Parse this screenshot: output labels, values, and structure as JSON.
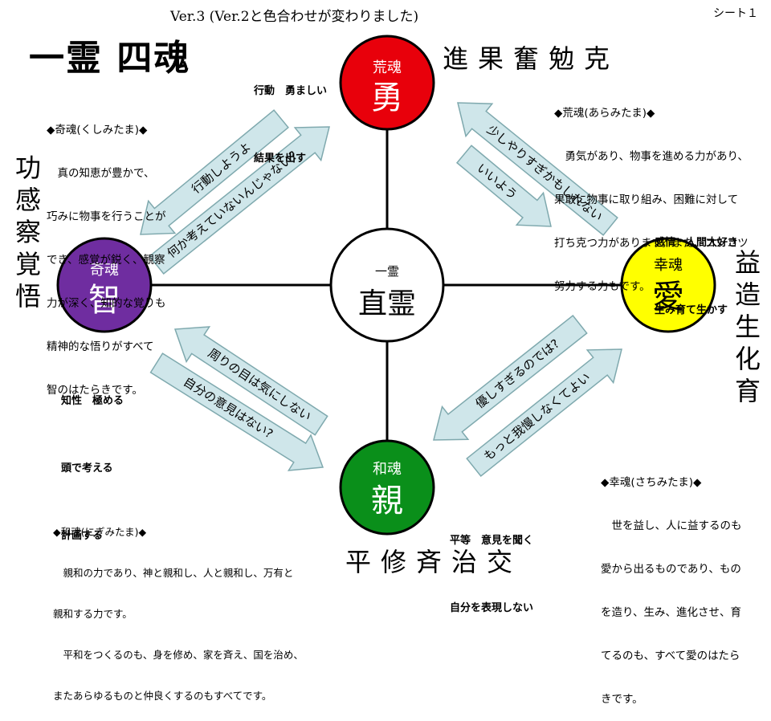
{
  "header": {
    "version": "Ver.3 (Ver.2と色合わせが変わりました)",
    "sheet": "シート１",
    "title": "一霊 四魂"
  },
  "colors": {
    "ara": "#e8000b",
    "kushi": "#6f2da0",
    "sachi": "#ffff00",
    "nigi": "#0a8f1a",
    "arrow_fill": "#cfe6ea",
    "arrow_stroke": "#7fa9ae"
  },
  "center": {
    "small": "一霊",
    "big": "直霊"
  },
  "souls": {
    "ara": {
      "name": "荒魂",
      "char": "勇"
    },
    "kushi": {
      "name": "奇魂",
      "char": "智"
    },
    "sachi": {
      "name": "幸魂",
      "char": "愛"
    },
    "nigi": {
      "name": "和魂",
      "char": "親"
    }
  },
  "virtues": {
    "top": "進果奮勉克",
    "left": "功感察覚悟",
    "right": "益造生化育",
    "bottom": "平修斉治交"
  },
  "keywords": {
    "ara": [
      "行動　勇ましい",
      "結果を出す"
    ],
    "kushi": [
      "知性　極める",
      "頭で考える",
      "計画する"
    ],
    "sachi": [
      "感情　人間大好き",
      "生み育て生かす"
    ],
    "nigi": [
      "平等　意見を聞く",
      "自分を表現しない"
    ]
  },
  "notes": {
    "kushi": [
      "◆奇魂(くしみたま)◆",
      "　真の知恵が豊かで、",
      "巧みに物事を行うことが",
      "でき、感覚が鋭く、観察",
      "力が深く、知的な覚りも",
      "精神的な悟りがすべて",
      "智のはたらきです。"
    ],
    "ara": [
      "◆荒魂(あらみたま)◆",
      "　勇気があり、物事を進める力があり、",
      "果敢に物事に取り組み、困難に対して",
      "打ち克つ力があります。また、コツコツ",
      "努力する力もです。"
    ],
    "sachi": [
      "◆幸魂(さちみたま)◆",
      "　世を益し、人に益するのも",
      "愛から出るものであり、もの",
      "を造り、生み、進化させ、育",
      "てるのも、すべて愛のはたら",
      "きです。"
    ],
    "nigi": [
      "◆和魂(にぎみたま)◆",
      "　親和の力であり、神と親和し、人と親和し、万有と",
      "親和する力です。",
      "　平和をつくるのも、身を修め、家を斉え、国を治め、",
      "またあらゆるものと仲良くするのもすべてです。"
    ]
  },
  "arrows": {
    "a1": "何か考えていないんじゃない?",
    "a2": "行動しようよ",
    "a3": "いいよう",
    "a4": "少しやりすぎかもしれない",
    "a5": "自分の意見はない?",
    "a6": "周りの目は気にしない",
    "a7": "優しすぎるのでは?",
    "a8": "もっと我慢しなくてよい"
  }
}
